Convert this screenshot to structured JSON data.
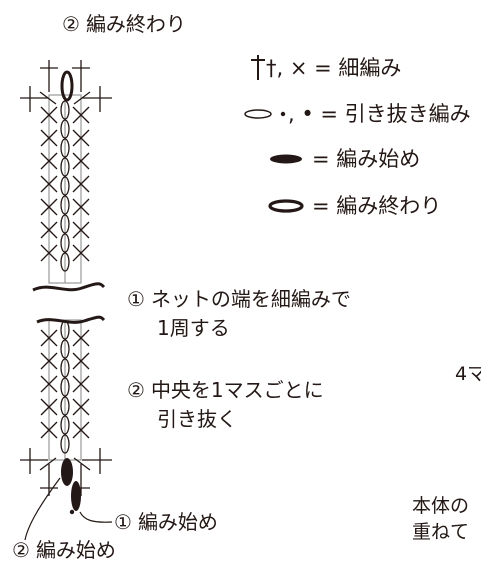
{
  "top_label": {
    "num": "②",
    "text": "編み終わり"
  },
  "legend": {
    "single_crochet": "†, × = 細編み",
    "slip_stitch": ", • = 引き抜き編み",
    "start": "= 編み始め",
    "end": "= 編み終わり"
  },
  "steps": [
    {
      "num": "①",
      "line1": "ネットの端を細編みで",
      "line2": "1周する"
    },
    {
      "num": "②",
      "line1": "中央を1マスごとに",
      "line2": "引き抜く"
    }
  ],
  "bottom_labels": [
    {
      "num": "①",
      "text": "編み始め"
    },
    {
      "num": "②",
      "text": "編み始め"
    }
  ],
  "partial_texts": {
    "right_mid": "4マ",
    "right_bottom_1": "本体の",
    "right_bottom_2": "重ねて"
  },
  "colors": {
    "ink": "#231815",
    "grid": "#9a9a9a",
    "net": "#c9c9c9"
  }
}
